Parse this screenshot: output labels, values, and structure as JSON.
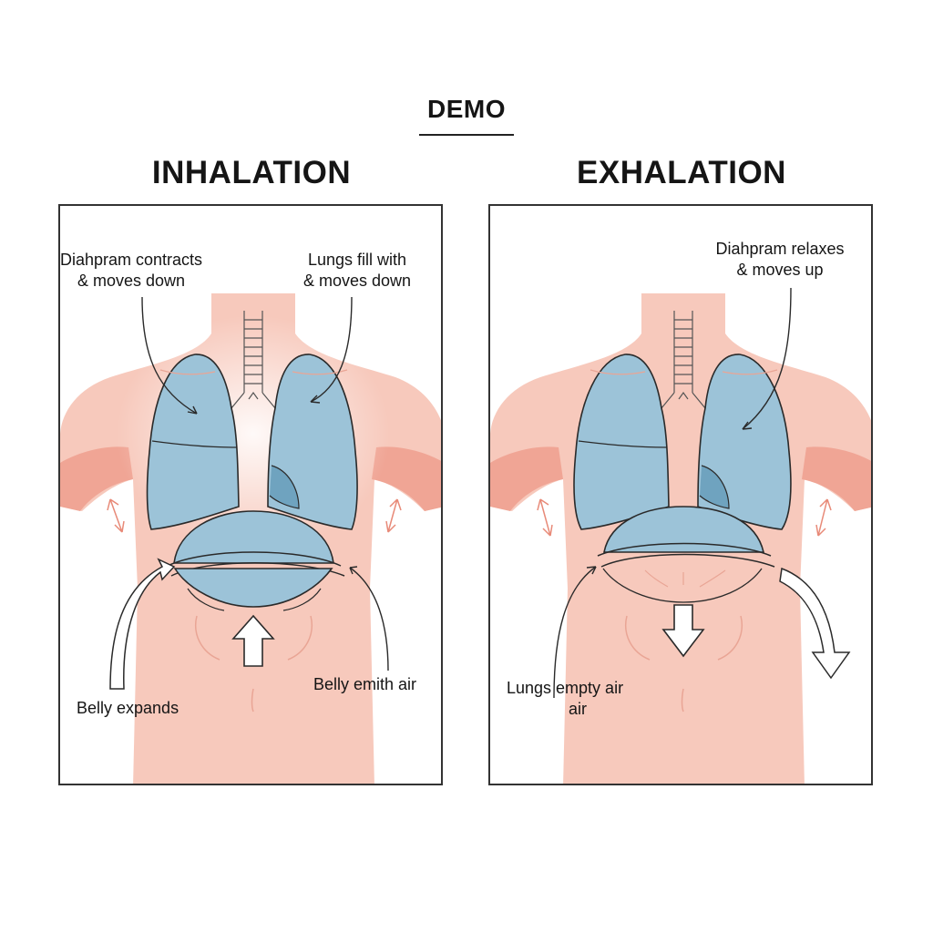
{
  "header": {
    "title": "DEMO"
  },
  "panels": {
    "inhalation": {
      "title": "INHALATION",
      "label_diaphragm_1": "Diahpram contracts",
      "label_diaphragm_2": "& moves down",
      "label_lungs_1": "Lungs fill with",
      "label_lungs_2": "& moves down",
      "label_belly_left": "Belly expands",
      "label_belly_right": "Belly emith air"
    },
    "exhalation": {
      "title": "EXHALATION",
      "label_diaphragm_1": "Diahpram relaxes",
      "label_diaphragm_2": "& moves up",
      "label_lungs_1": "Lungs empty air",
      "label_lungs_2": "air"
    }
  },
  "colors": {
    "skin": "#f6c6b9",
    "skin_shade": "#f0a898",
    "lung": "#9cc3d8",
    "lung_dark": "#6fa3bf",
    "outline": "#2a2a2a"
  },
  "icons": [
    "arrow-up-icon",
    "arrow-down-icon",
    "curved-arrow-icon",
    "double-arrow-icon"
  ]
}
